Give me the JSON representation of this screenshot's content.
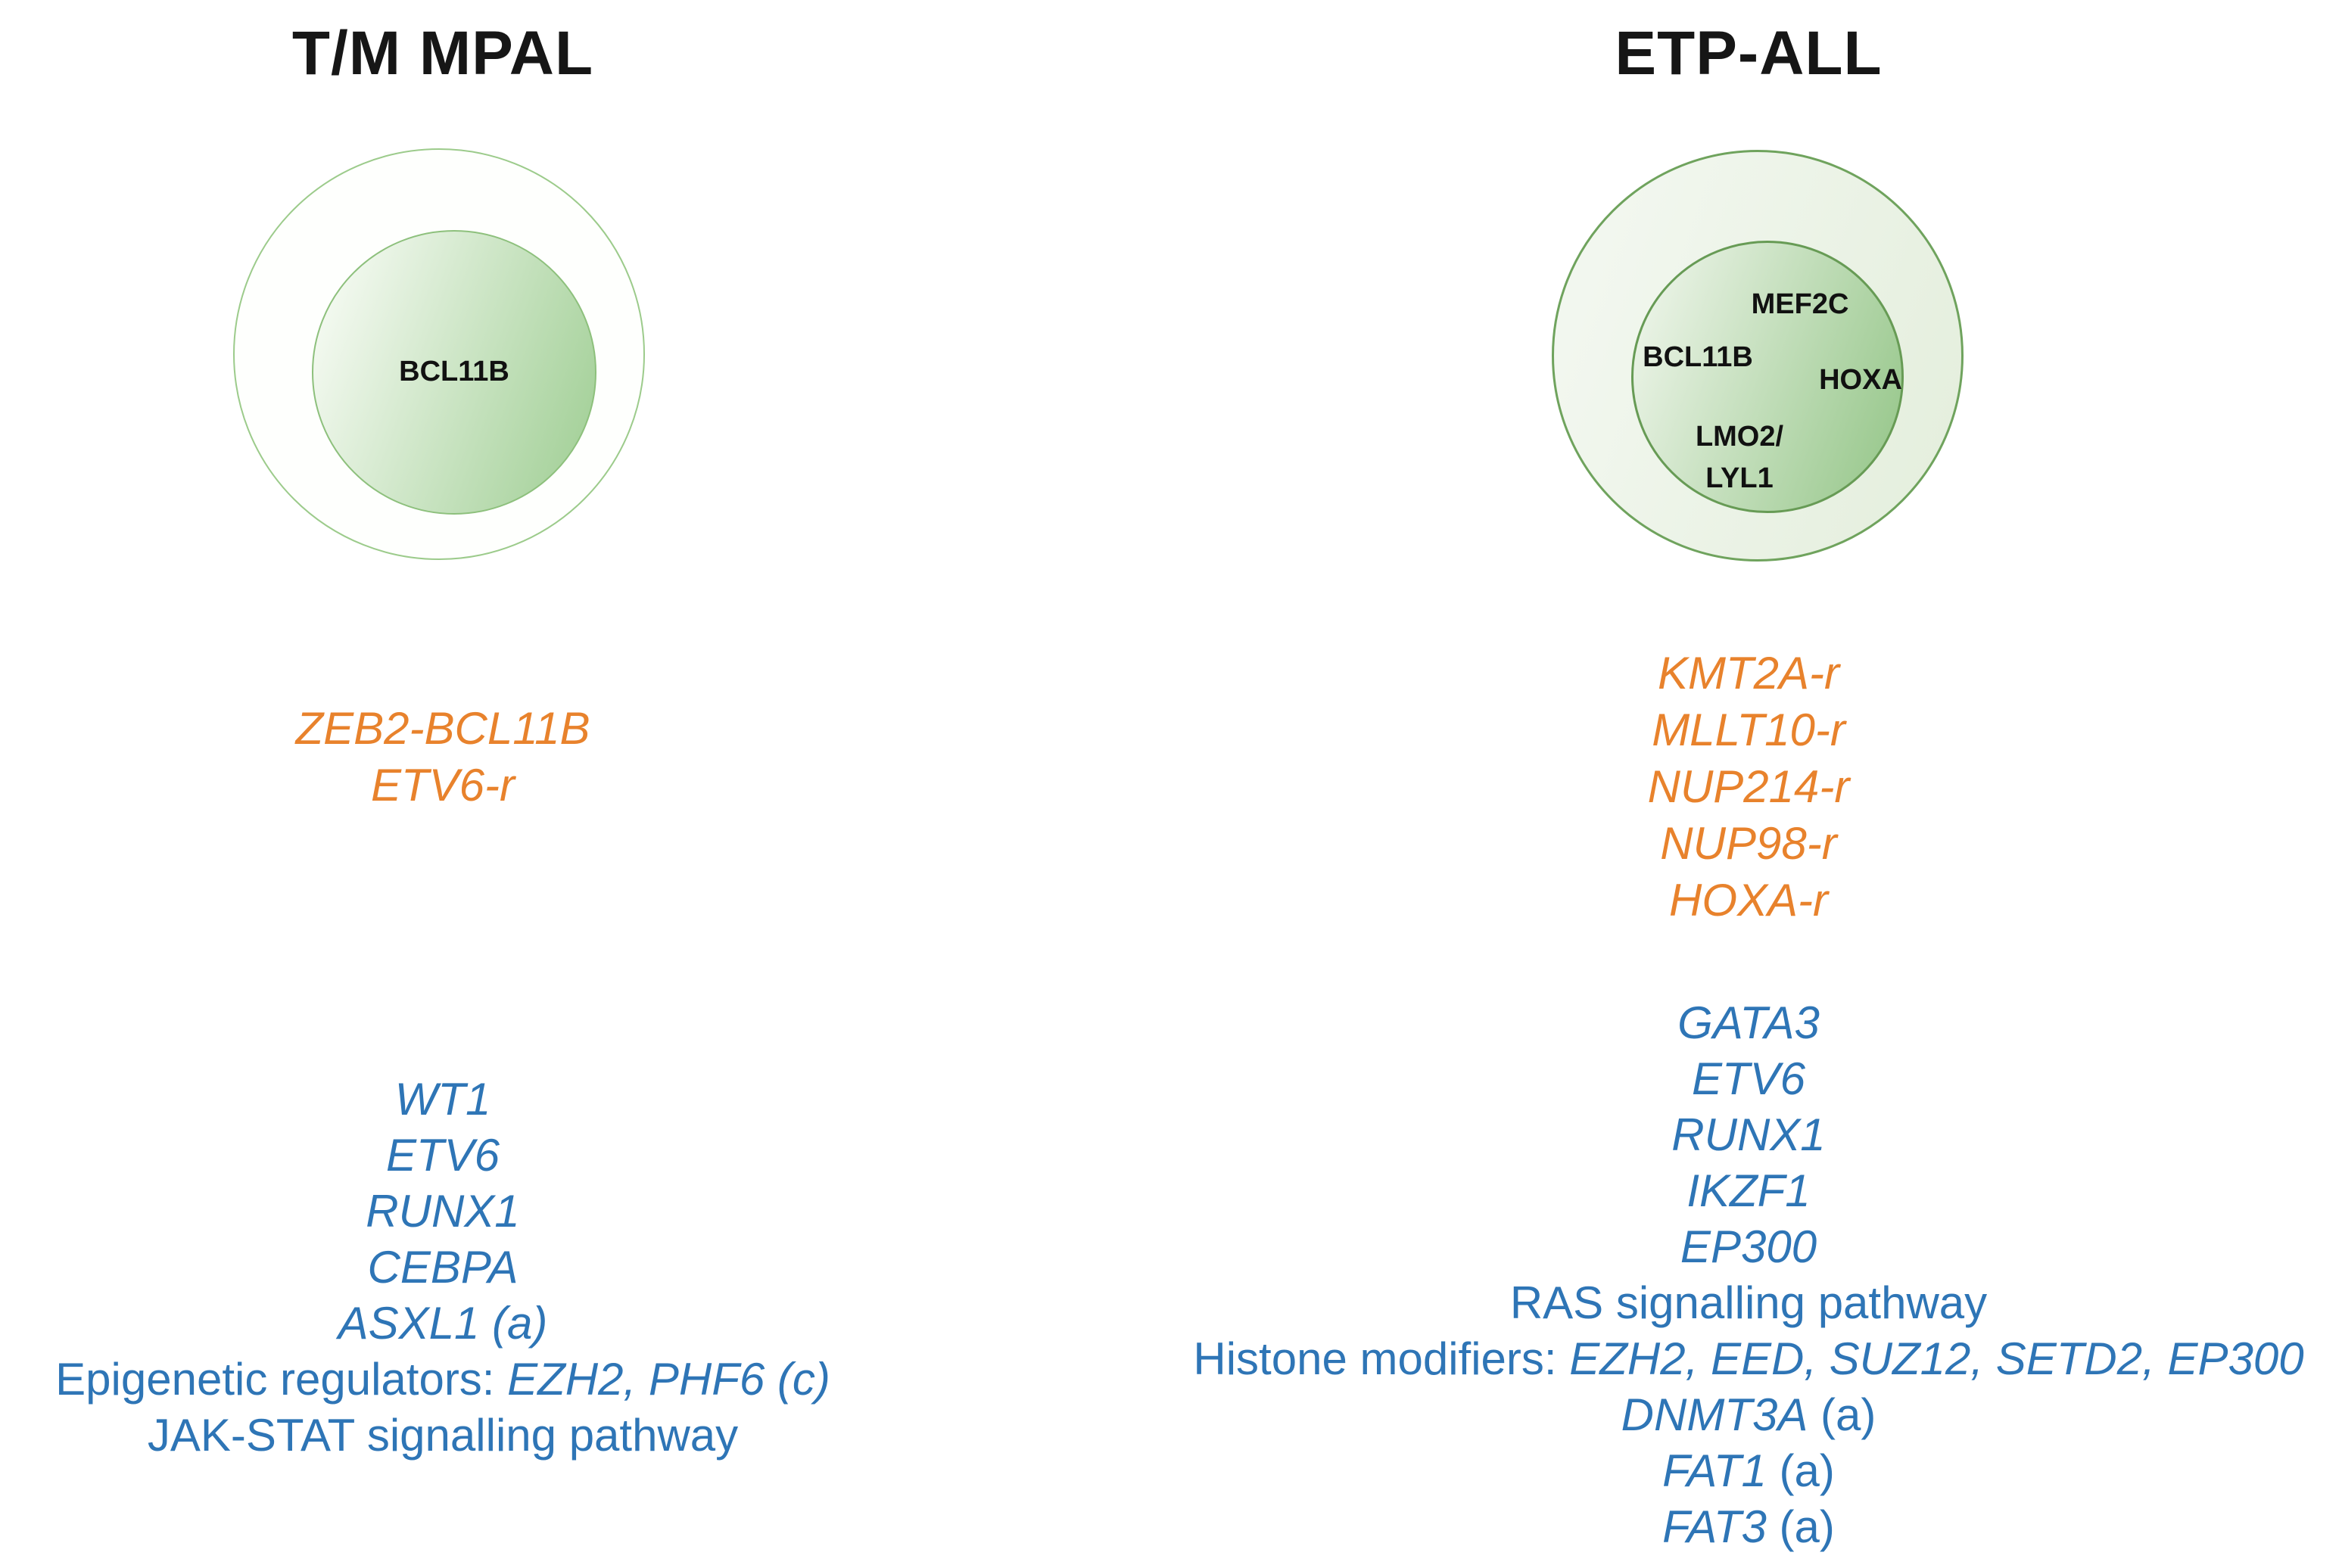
{
  "left": {
    "title": "T/M MPAL",
    "circle_labels": {
      "inner_center": "BCL11B"
    },
    "fusions": [
      "ZEB2-BCL11B",
      "ETV6-r"
    ],
    "mutations": [
      {
        "pre": "",
        "it": "WT1",
        "post": ""
      },
      {
        "pre": "",
        "it": "ETV6",
        "post": ""
      },
      {
        "pre": "",
        "it": "RUNX1",
        "post": ""
      },
      {
        "pre": "",
        "it": "CEBPA",
        "post": ""
      },
      {
        "pre": "",
        "it": "ASXL1 (a)",
        "post": ""
      },
      {
        "pre": "Epigenetic regulators: ",
        "it": "EZH2, PHF6 (c)",
        "post": ""
      },
      {
        "pre": "JAK-STAT signalling pathway",
        "it": "",
        "post": ""
      }
    ]
  },
  "right": {
    "title": "ETP-ALL",
    "circle_labels": {
      "top": "MEF2C",
      "left": "BCL11B",
      "right": "HOXA",
      "bottom_line1": "LMO2/",
      "bottom_line2": "LYL1"
    },
    "fusions": [
      "KMT2A-r",
      "MLLT10-r",
      "NUP214-r",
      "NUP98-r",
      "HOXA-r"
    ],
    "mutations": [
      {
        "pre": "",
        "it": "GATA3",
        "post": ""
      },
      {
        "pre": "",
        "it": "ETV6",
        "post": ""
      },
      {
        "pre": "",
        "it": "RUNX1",
        "post": ""
      },
      {
        "pre": "",
        "it": "IKZF1",
        "post": ""
      },
      {
        "pre": "",
        "it": "EP300",
        "post": ""
      },
      {
        "pre": "RAS signalling pathway",
        "it": "",
        "post": ""
      },
      {
        "pre": "Histone modifiers: ",
        "it": "EZH2, EED, SUZ12, SETD2, EP300",
        "post": ""
      },
      {
        "pre": "",
        "it": "DNMT3A",
        "post": " (a)"
      },
      {
        "pre": "",
        "it": "FAT1",
        "post": " (a)"
      },
      {
        "pre": "",
        "it": "FAT3",
        "post": " (a)"
      }
    ]
  },
  "colors": {
    "fusion_orange": "#E8822C",
    "mutation_blue": "#2E75B6",
    "outer_border_light_green": "#9CCB8B",
    "outer_border_dark_green": "#6FA35D",
    "inner_circle_green": "#A5D19A",
    "title_black": "#161616"
  }
}
